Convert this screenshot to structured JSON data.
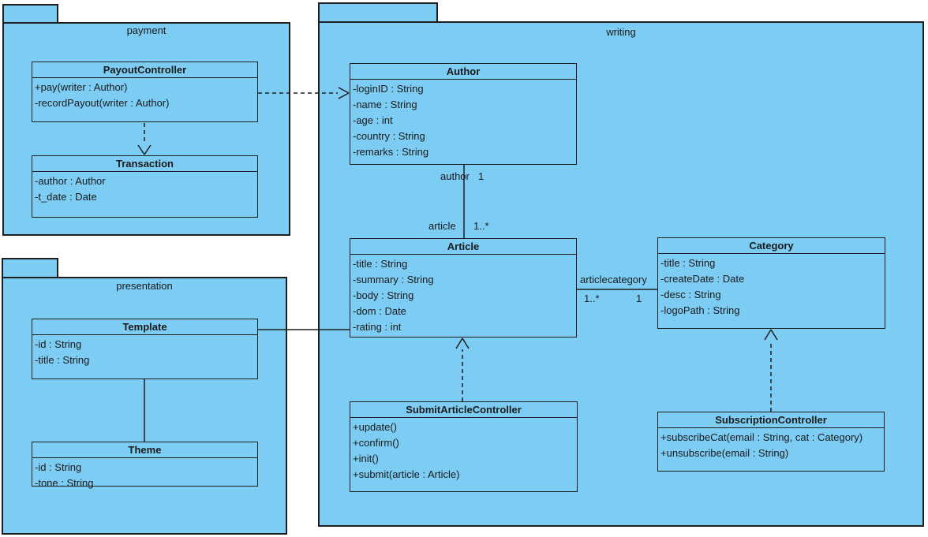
{
  "diagram": {
    "type": "uml-class-diagram",
    "background_color": "#ffffff",
    "shape_fill_color": "#7dccf3",
    "line_color": "#1e1e1e",
    "text_color": "#1a1a1a"
  },
  "packages": {
    "payment": {
      "label": "payment"
    },
    "presentation": {
      "label": "presentation"
    },
    "writing": {
      "label": "writing"
    }
  },
  "classes": {
    "payout_controller": {
      "name": "PayoutController",
      "members": [
        "+pay(writer : Author)",
        "-recordPayout(writer : Author)"
      ]
    },
    "transaction": {
      "name": "Transaction",
      "members": [
        "-author : Author",
        "-t_date : Date"
      ]
    },
    "template": {
      "name": "Template",
      "members": [
        "-id : String",
        "-title : String"
      ]
    },
    "theme": {
      "name": "Theme",
      "members": [
        "-id : String",
        "-tone : String"
      ]
    },
    "author": {
      "name": "Author",
      "members": [
        "-loginID : String",
        "-name : String",
        "-age : int",
        "-country : String",
        "-remarks : String"
      ]
    },
    "article": {
      "name": "Article",
      "members": [
        "-title : String",
        "-summary : String",
        "-body : String",
        "-dom : Date",
        "-rating : int"
      ]
    },
    "category": {
      "name": "Category",
      "members": [
        "-title : String",
        "-createDate : Date",
        "-desc : String",
        "-logoPath : String"
      ]
    },
    "submit_article_controller": {
      "name": "SubmitArticleController",
      "members": [
        "+update()",
        "+confirm()",
        "+init()",
        "+submit(article : Article)"
      ]
    },
    "subscription_controller": {
      "name": "SubscriptionController",
      "members": [
        "+subscribeCat(email : String, cat : Category)",
        "+unsubscribe(email : String)"
      ]
    }
  },
  "associations": {
    "author_article": {
      "role_author": "author",
      "mult_author": "1",
      "role_article": "article",
      "mult_article": "1..*"
    },
    "article_category": {
      "role_article": "article",
      "mult_article": "1..*",
      "role_category": "category",
      "mult_category": "1"
    }
  }
}
